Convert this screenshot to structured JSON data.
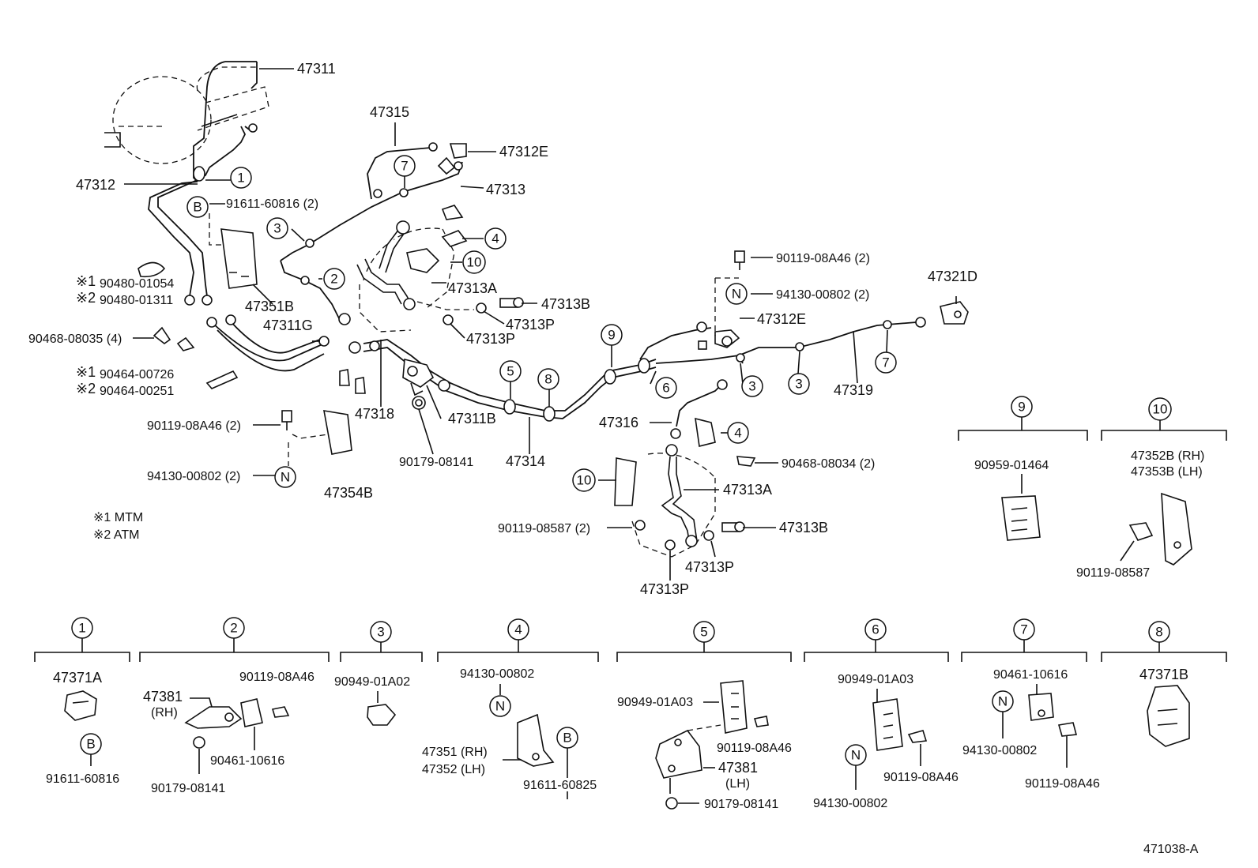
{
  "parts": {
    "p47311": "47311",
    "p47312": "47312",
    "p47315": "47315",
    "p47312E_top": "47312E",
    "p47313": "47313",
    "p91611_60816_2": "91611-60816 (2)",
    "p47313A_top": "47313A",
    "p47313B_top": "47313B",
    "p47313P_top1": "47313P",
    "p47313P_top2": "47313P",
    "p90480_01054": "90480-01054",
    "p90480_01311": "90480-01311",
    "p47351B": "47351B",
    "p47311G": "47311G",
    "p90468_08035_4": "90468-08035 (4)",
    "p90464_00726": "90464-00726",
    "p90464_00251": "90464-00251",
    "p90119_08A46_2_left": "90119-08A46 (2)",
    "p47318": "47318",
    "p47311B": "47311B",
    "p94130_00802_2_left": "94130-00802 (2)",
    "p47354B": "47354B",
    "p90179_08141_mid": "90179-08141",
    "p47314": "47314",
    "p47316": "47316",
    "p90119_08A46_2_right": "90119-08A46 (2)",
    "p94130_00802_2_right": "94130-00802 (2)",
    "p47312E_right": "47312E",
    "p47321D": "47321D",
    "p47319": "47319",
    "p90468_08034_2": "90468-08034 (2)",
    "p47313A_right": "47313A",
    "p90119_08587_2": "90119-08587 (2)",
    "p47313B_right": "47313B",
    "p47313P_right1": "47313P",
    "p47313P_right2": "47313P"
  },
  "notes": {
    "mark1": "※1",
    "mark2": "※2",
    "mtm": "MTM",
    "atm": "ATM",
    "legend1": "※1 MTM",
    "legend2": "※2 ATM"
  },
  "callouts": {
    "n1": "1",
    "n2": "2",
    "n3": "3",
    "n4": "4",
    "n5": "5",
    "n6": "6",
    "n7": "7",
    "n8": "8",
    "n9": "9",
    "n10": "10",
    "B": "B",
    "N": "N"
  },
  "detail9": {
    "part": "90959-01464"
  },
  "detail10": {
    "rh": "47352B (RH)",
    "lh": "47353B (LH)",
    "bolt": "90119-08587"
  },
  "detail1": {
    "clamp": "47371A",
    "bolt": "91611-60816"
  },
  "detail2": {
    "bracket": "47381",
    "side": "(RH)",
    "bolt": "90119-08A46",
    "nut": "90179-08141",
    "clip": "90461-10616"
  },
  "detail3": {
    "clamp": "90949-01A02"
  },
  "detail4": {
    "nut": "94130-00802",
    "rh": "47351 (RH)",
    "lh": "47352 (LH)",
    "bolt": "91611-60825"
  },
  "detail5": {
    "clamp": "90949-01A03",
    "bolt": "90119-08A46",
    "bracket": "47381",
    "side": "(LH)",
    "nut": "90179-08141"
  },
  "detail6": {
    "clamp": "90949-01A03",
    "bolt": "90119-08A46",
    "nut": "94130-00802"
  },
  "detail7": {
    "clip": "90461-10616",
    "nut": "94130-00802",
    "bolt": "90119-08A46"
  },
  "detail8": {
    "clamp": "47371B"
  },
  "figure_id": "471038-A"
}
